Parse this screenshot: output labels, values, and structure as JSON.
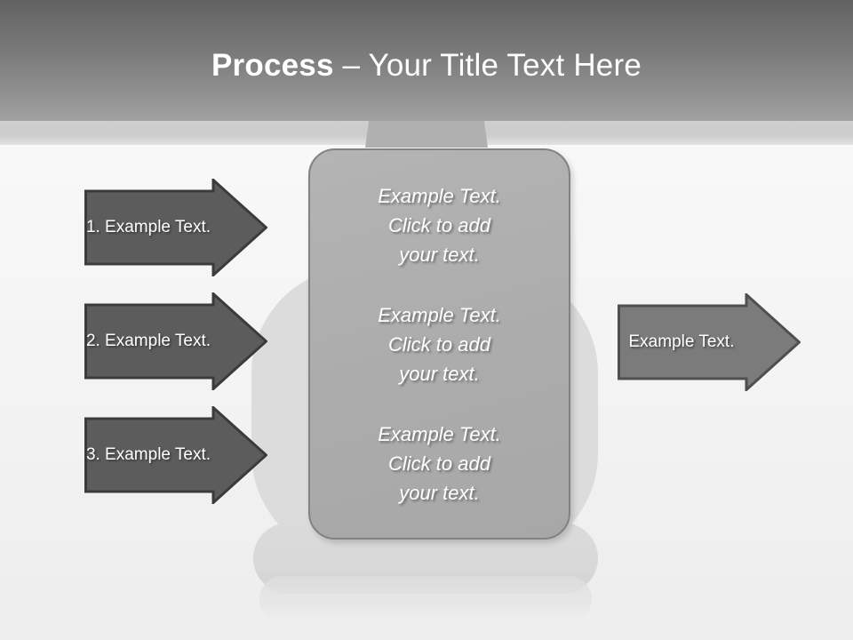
{
  "slide": {
    "title_bold": "Process",
    "title_rest": " – Your Title Text Here",
    "background_color": "#f4f4f4"
  },
  "header": {
    "gradient_top": "#626262",
    "gradient_bottom": "#a2a2a2",
    "light_band_color": "#cbcbcb"
  },
  "process_steps": [
    {
      "label": "1. Example Text."
    },
    {
      "label": "2. Example Text."
    },
    {
      "label": "3. Example Text."
    }
  ],
  "center_panel": {
    "fill_color": "#adadad",
    "border_color": "#828282",
    "blocks": [
      "Example Text.\nClick  to add\nyour text.",
      "Example Text.\nClick  to add\nyour text.",
      "Example Text.\nClick  to add\nyour text."
    ]
  },
  "result_arrow": {
    "label": "Example Text.",
    "fill_color": "#7b7b7b",
    "border_color": "#4f4f4f"
  },
  "step_arrow_style": {
    "fill_color": "#5c5c5c",
    "border_color": "#3b3b3b"
  },
  "stand": {
    "neck_color": "#b0b0b0",
    "base_color": "#d8d8d8"
  }
}
